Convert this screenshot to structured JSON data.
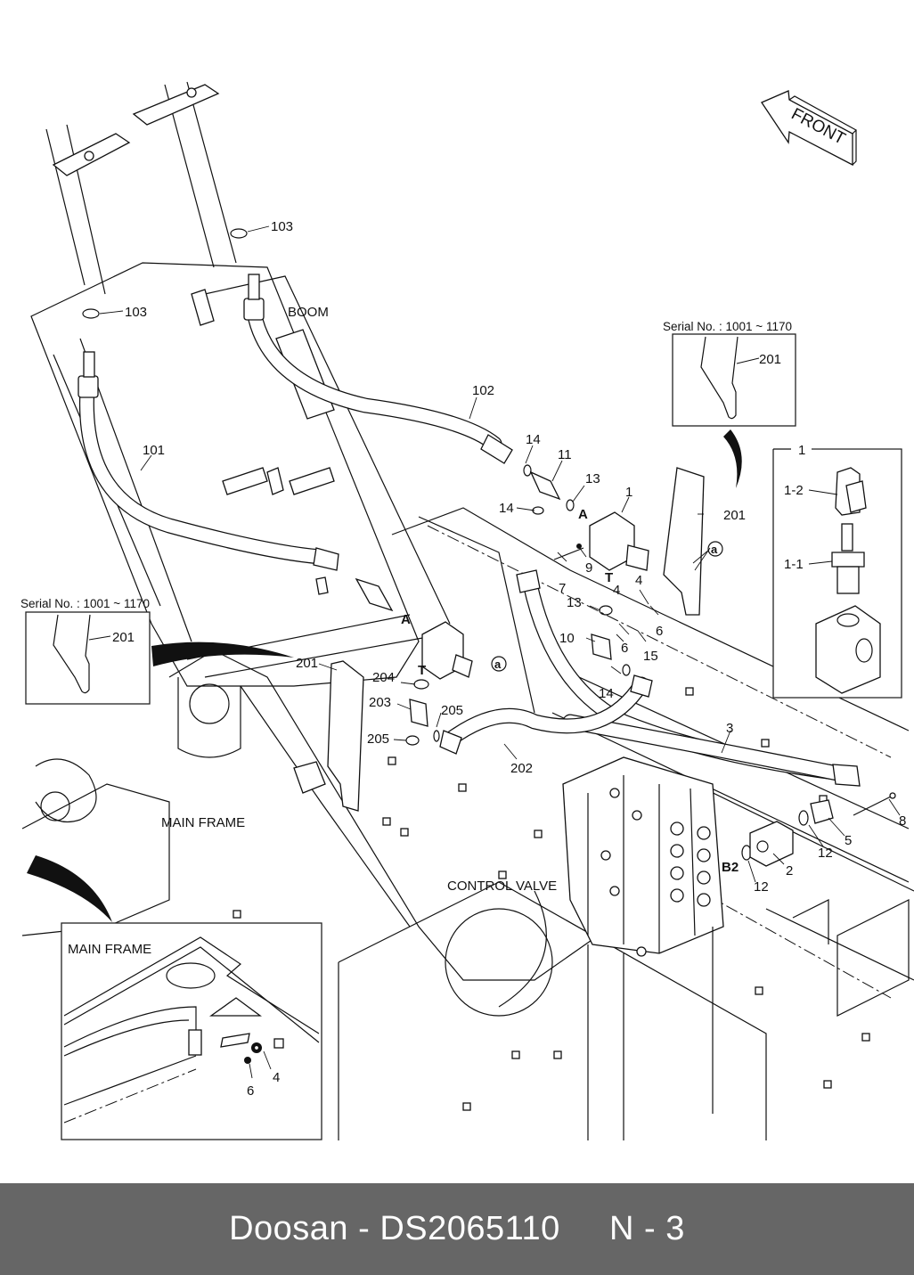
{
  "diagram": {
    "type": "exploded parts diagram",
    "subject": "Hydraulic piping — boom / control valve",
    "direction_indicator": "FRONT",
    "area_labels": {
      "boom": "BOOM",
      "main_frame": "MAIN FRAME",
      "control_valve": "CONTROL VALVE"
    },
    "port_labels": {
      "a_port": "A",
      "a_port_2": "A",
      "t_port": "T",
      "t_port_2": "T",
      "b2_port": "B2"
    },
    "reference_marks": {
      "mark_a": "a"
    },
    "callouts": {
      "c101": "101",
      "c102": "102",
      "c103_upper": "103",
      "c103_lower": "103",
      "c1": "1",
      "c2": "2",
      "c3": "3",
      "c4_a": "4",
      "c4_b": "4",
      "c5": "5",
      "c6_a": "6",
      "c6_b": "6",
      "c7": "7",
      "c8": "8",
      "c9": "9",
      "c10": "10",
      "c11": "11",
      "c12_a": "12",
      "c12_b": "12",
      "c13_a": "13",
      "c13_b": "13",
      "c14_a": "14",
      "c14_b": "14",
      "c14_c": "14",
      "c15": "15",
      "c201_main": "201",
      "c201_right": "201",
      "c202": "202",
      "c203": "203",
      "c204": "204",
      "c205_a": "205",
      "c205_b": "205"
    },
    "insets": {
      "serial_right": {
        "title": "Serial No. : 1001 ~ 1170",
        "part": "201"
      },
      "serial_left": {
        "title": "Serial No. : 1001 ~ 1170",
        "part": "201"
      },
      "valve_detail": {
        "title": "1",
        "parts": [
          "1-2",
          "1-1"
        ]
      },
      "main_frame_detail": {
        "title": "MAIN FRAME",
        "parts": [
          "4",
          "6"
        ]
      }
    }
  },
  "footer": {
    "brand": "Doosan",
    "separator": " - ",
    "part_number": "DS2065110",
    "page": "N - 3"
  }
}
